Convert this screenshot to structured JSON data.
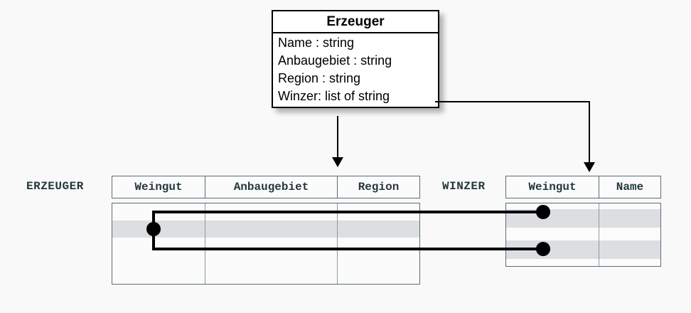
{
  "diagram": {
    "background_color": "#f9f9f9",
    "uml_class": {
      "name": "Erzeuger",
      "attributes": [
        "Name : string",
        "Anbaugebiet : string",
        "Region : string",
        "Winzer: list of string"
      ]
    },
    "tables": [
      {
        "label": "ERZEUGER",
        "columns": [
          "Weingut",
          "Anbaugebiet",
          "Region"
        ],
        "row_count": 4,
        "highlighted_rows": [
          2
        ]
      },
      {
        "label": "WINZER",
        "columns": [
          "Weingut",
          "Name"
        ],
        "row_count": 3,
        "highlighted_rows": [
          1,
          3
        ]
      }
    ],
    "colors": {
      "table_border": "#5a6e73",
      "header_text": "#25383c",
      "row_highlight": "#dcdee2",
      "connector": "#000000",
      "class_box_fill": "#ffffff",
      "class_box_border": "#000000"
    },
    "connectors": {
      "class_to_erzeuger": "arrow",
      "class_to_winzer": "arrow",
      "erzeuger_to_winzer_links": 2
    }
  }
}
